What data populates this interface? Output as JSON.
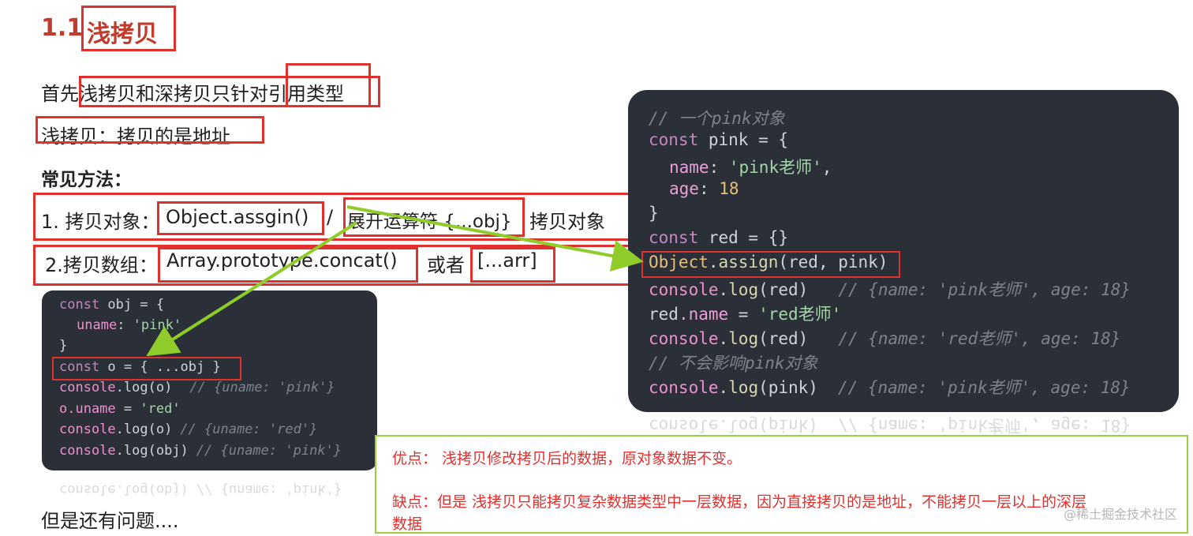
{
  "heading": {
    "number": "1.1",
    "title": "浅拷贝"
  },
  "intro": "首先浅拷贝和深拷贝只针对引用类型",
  "definition": "浅拷贝：拷贝的是地址",
  "methods_heading": "常见方法：",
  "method1": {
    "prefix": "1. 拷贝对象：",
    "api": "Object.assgin()",
    "sep": "/",
    "alt": "展开运算符 {...obj}",
    "suffix": "拷贝对象"
  },
  "method2": {
    "prefix": "2.拷贝数组：",
    "api": "Array.prototype.concat()",
    "sep": "或者",
    "alt": "[...arr]"
  },
  "small_code": {
    "l1a": "const",
    "l1b": " obj = {",
    "l2a": "uname",
    "l2b": ": ",
    "l2c": "'pink'",
    "l3": "}",
    "l4a": "const",
    "l4b": " o = { ...obj }",
    "l5a": "console",
    "l5b": ".log(o)",
    "l5c": "// {uname: 'pink'}",
    "l6a": "o.uname",
    "l6b": " = ",
    "l6c": "'red'",
    "l7a": "console",
    "l7b": ".log(o)",
    "l7c": "// {uname: 'red'}",
    "l8a": "console",
    "l8b": ".log(obj)",
    "l8c": "// {uname: 'pink'}"
  },
  "big_code": {
    "c1": "// 一个pink对象",
    "l1a": "const",
    "l1b": " pink = {",
    "l2a": "name",
    "l2b": ": ",
    "l2c": "'pink老师'",
    "l2d": ",",
    "l3a": "age",
    "l3b": ": ",
    "l3c": "18",
    "l4": "}",
    "l5a": "const",
    "l5b": " red = {}",
    "l6a": "Object",
    "l6b": ".assign",
    "l6c": "(red, pink)",
    "l7a": "console",
    "l7b": ".log",
    "l7c": "(red)",
    "l7d": "// {name: 'pink老师', age: 18}",
    "l8a": "red",
    "l8b": ".name",
    "l8c": " = ",
    "l8d": "'red老师'",
    "l9a": "console",
    "l9b": ".log",
    "l9c": "(red)",
    "l9d": "// {name: 'red老师', age: 18}",
    "c2": "// 不会影响pink对象",
    "l10a": "console",
    "l10b": ".log",
    "l10c": "(pink)",
    "l10d": "// {name: 'pink老师', age: 18}"
  },
  "small_reflection": "console.log(obj) // {uname: 'pink'}",
  "big_reflection": "console.log(pink)  // {name: 'pink老师', age: 18}",
  "note": {
    "pros": "优点：  浅拷贝修改拷贝后的数据，原对象数据不变。",
    "cons_line1": "缺点：但是 浅拷贝只能拷贝复杂数据类型中一层数据，因为直接拷贝的是地址，不能拷贝一层以上的深层",
    "cons_line2": "数据"
  },
  "footer": "但是还有问题....",
  "watermark": "@稀土掘金技术社区",
  "colors": {
    "highlight_box": "#e0312f",
    "arrow": "#8fcc2a",
    "note_border": "#9bd141",
    "code_bg": "#2b2f37",
    "heading": "#c23b2c"
  }
}
